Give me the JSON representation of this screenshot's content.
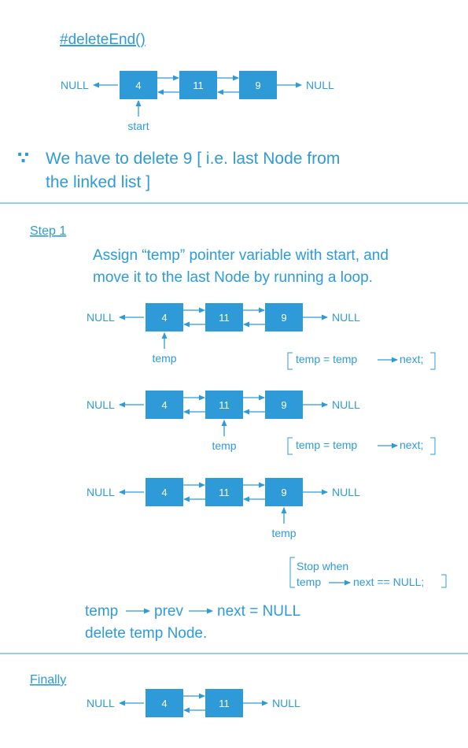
{
  "title": "#deleteEnd()",
  "intro": {
    "because_symbol": "∵",
    "line1": "We have to delete 9 [ i.e.  last Node from",
    "line2": "the linked list ]"
  },
  "null_label": "NULL",
  "initial": {
    "nodes": [
      "4",
      "11",
      "9"
    ],
    "pointer_label": "start",
    "pointer_index": 0
  },
  "step1": {
    "heading": "Step 1",
    "desc_line1": "Assign “temp” pointer variable with start, and",
    "desc_line2": "move it to the last Node by running a loop.",
    "diagrams": [
      {
        "nodes": [
          "4",
          "11",
          "9"
        ],
        "pointer_label": "temp",
        "pointer_index": 0
      },
      {
        "nodes": [
          "4",
          "11",
          "9"
        ],
        "pointer_label": "temp",
        "pointer_index": 1
      },
      {
        "nodes": [
          "4",
          "11",
          "9"
        ],
        "pointer_label": "temp",
        "pointer_index": 2
      }
    ],
    "notes": [
      {
        "lines": [
          "temp = temp",
          "next;"
        ]
      },
      {
        "lines": [
          "temp = temp",
          "next;"
        ]
      },
      {
        "lines": [
          "Stop when",
          "temp",
          "next == NULL;"
        ]
      }
    ],
    "code_line1": [
      "temp",
      "prev",
      "next = NULL"
    ],
    "code_line2": "delete temp Node."
  },
  "finally": {
    "heading": "Finally",
    "nodes": [
      "4",
      "11"
    ]
  },
  "colors": {
    "accent": "#2e9bd8",
    "node_fill": "#2e9bd8",
    "node_text": "#ffffff",
    "divider": "#2e9bd8",
    "background": "#ffffff"
  }
}
